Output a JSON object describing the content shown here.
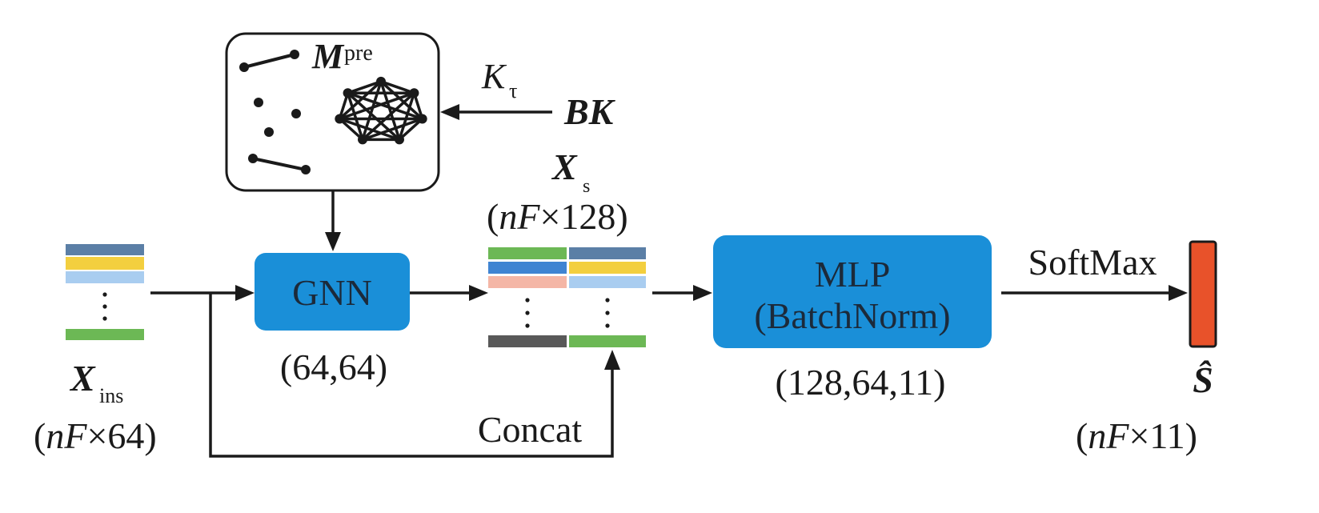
{
  "diagram": {
    "input": {
      "symbol": "X",
      "subscript": "ins",
      "dims_prefix": "(",
      "dims_var": "nF",
      "dims_suffix": "×64)"
    },
    "prior_graph": {
      "symbol": "M",
      "superscript": "pre"
    },
    "threshold": {
      "symbol": "K",
      "subscript": "τ"
    },
    "background_knowledge": {
      "label": "BK"
    },
    "gnn": {
      "label": "GNN",
      "dims": "(64,64)"
    },
    "features": {
      "symbol": "X",
      "subscript": "s",
      "dims_prefix": "(",
      "dims_var": "nF",
      "dims_suffix": "×128)"
    },
    "concat": {
      "label": "Concat"
    },
    "mlp": {
      "line1": "MLP",
      "line2": "(BatchNorm)",
      "dims": "(128,64,11)"
    },
    "softmax": {
      "label": "SoftMax"
    },
    "output": {
      "symbol": "Ŝ",
      "dims_prefix": "(",
      "dims_var": "nF",
      "dims_suffix": "×11)"
    },
    "colors": {
      "block_blue": "#1a8fd8",
      "block_text": "#1c2a3a",
      "output_red": "#e8522a",
      "stripe_steel": "#5b7fa6",
      "stripe_yellow": "#f3cf3f",
      "stripe_lightblue": "#a9cdf0",
      "stripe_green": "#6cb855",
      "stripe_salmon": "#f4b6a6",
      "stripe_midblue": "#3f84d2",
      "stripe_gray": "#595959"
    }
  }
}
